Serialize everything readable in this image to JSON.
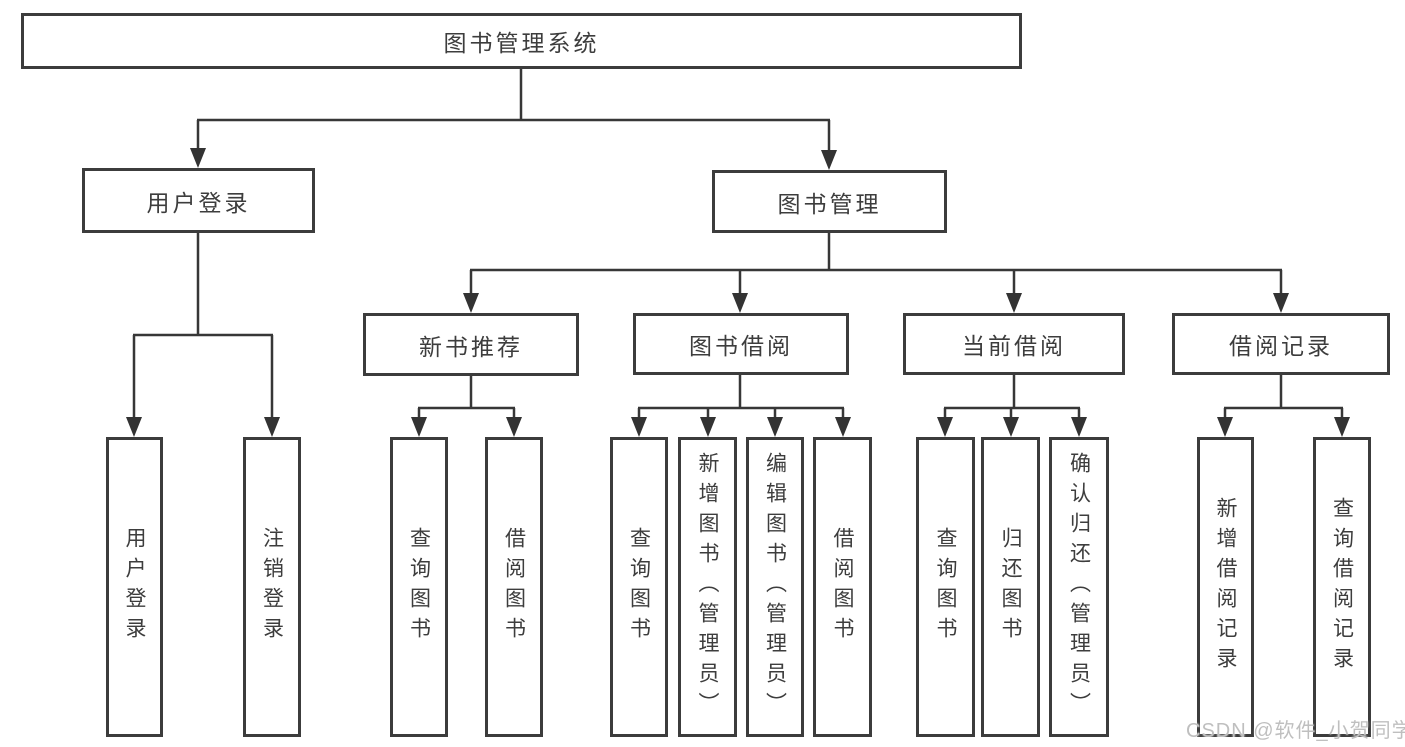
{
  "diagram": {
    "type": "hierarchy-tree",
    "colors": {
      "line": "#373737",
      "box_border": "#3c3c3c",
      "text": "#3d3d3d",
      "background": "#ffffff",
      "watermark": "#bfbfbf"
    }
  },
  "tree": {
    "root": {
      "label": "图书管理系统",
      "children": [
        {
          "label": "用户登录",
          "children": [
            {
              "label": "用户登录"
            },
            {
              "label": "注销登录"
            }
          ]
        },
        {
          "label": "图书管理",
          "children": [
            {
              "label": "新书推荐",
              "children": [
                {
                  "label": "查询图书"
                },
                {
                  "label": "借阅图书"
                }
              ]
            },
            {
              "label": "图书借阅",
              "children": [
                {
                  "label": "查询图书"
                },
                {
                  "label": "新增图书（管理员）"
                },
                {
                  "label": "编辑图书（管理员）"
                },
                {
                  "label": "借阅图书"
                }
              ]
            },
            {
              "label": "当前借阅",
              "children": [
                {
                  "label": "查询图书"
                },
                {
                  "label": "归还图书"
                },
                {
                  "label": "确认归还（管理员）"
                }
              ]
            },
            {
              "label": "借阅记录",
              "children": [
                {
                  "label": "新增借阅记录"
                },
                {
                  "label": "查询借阅记录"
                }
              ]
            }
          ]
        }
      ]
    }
  },
  "watermark": {
    "text": "CSDN @软件_小贺同学"
  }
}
